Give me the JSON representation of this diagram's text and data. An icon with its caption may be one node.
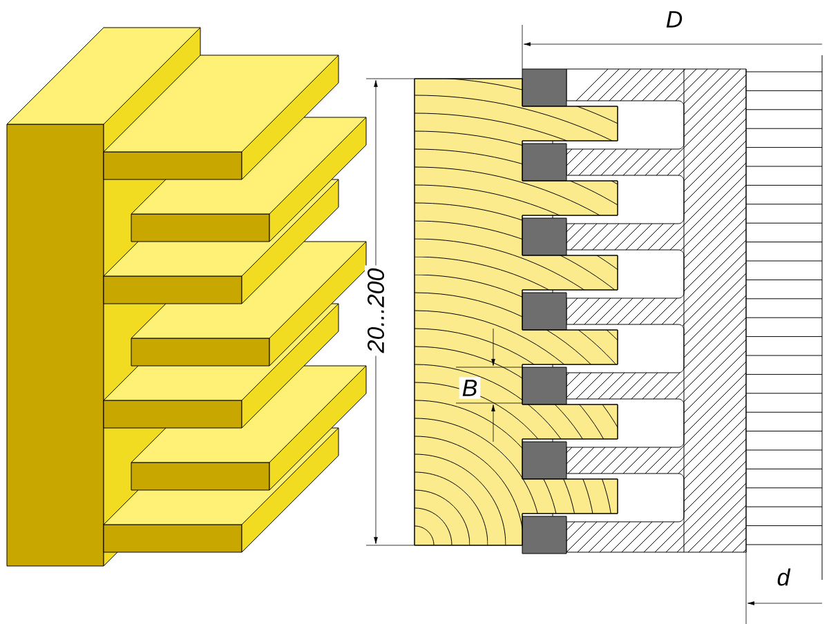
{
  "diagram": {
    "labels": [
      "D",
      "20...200",
      "B",
      "d"
    ]
  }
}
